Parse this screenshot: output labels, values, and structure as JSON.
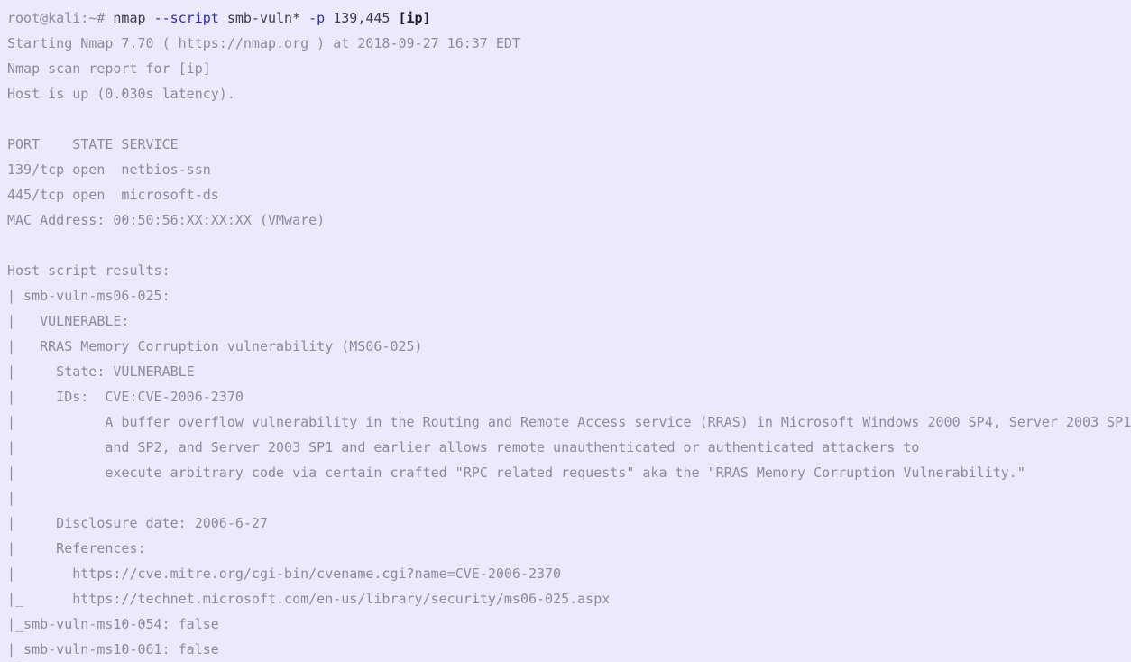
{
  "terminal": {
    "background_color": "#ebe9fb",
    "default_text_color": "#8b8b9d",
    "command_color": "#3a3a48",
    "flag_color": "#2b2bc0",
    "target_color": "#1d1d2e",
    "prompt": "root@kali:~# ",
    "command": {
      "name": "nmap",
      "flag_script": "--script",
      "script_value": " smb-vuln* ",
      "flag_port": "-p",
      "port_value": " 139,445 ",
      "target": "[ip]",
      "space": " "
    },
    "lines": [
      "Starting Nmap 7.70 ( https://nmap.org ) at 2018-09-27 16:37 EDT",
      "Nmap scan report for [ip]",
      "Host is up (0.030s latency).",
      "",
      "PORT    STATE SERVICE",
      "139/tcp open  netbios-ssn",
      "445/tcp open  microsoft-ds",
      "MAC Address: 00:50:56:XX:XX:XX (VMware)",
      "",
      "Host script results:",
      "| smb-vuln-ms06-025:",
      "|   VULNERABLE:",
      "|   RRAS Memory Corruption vulnerability (MS06-025)",
      "|     State: VULNERABLE",
      "|     IDs:  CVE:CVE-2006-2370",
      "|           A buffer overflow vulnerability in the Routing and Remote Access service (RRAS) in Microsoft Windows 2000 SP4, Server 2003 SP1",
      "|           and SP2, and Server 2003 SP1 and earlier allows remote unauthenticated or authenticated attackers to",
      "|           execute arbitrary code via certain crafted \"RPC related requests\" aka the \"RRAS Memory Corruption Vulnerability.\"",
      "|",
      "|     Disclosure date: 2006-6-27",
      "|     References:",
      "|       https://cve.mitre.org/cgi-bin/cvename.cgi?name=CVE-2006-2370",
      "|_      https://technet.microsoft.com/en-us/library/security/ms06-025.aspx",
      "|_smb-vuln-ms10-054: false",
      "|_smb-vuln-ms10-061: false"
    ]
  }
}
